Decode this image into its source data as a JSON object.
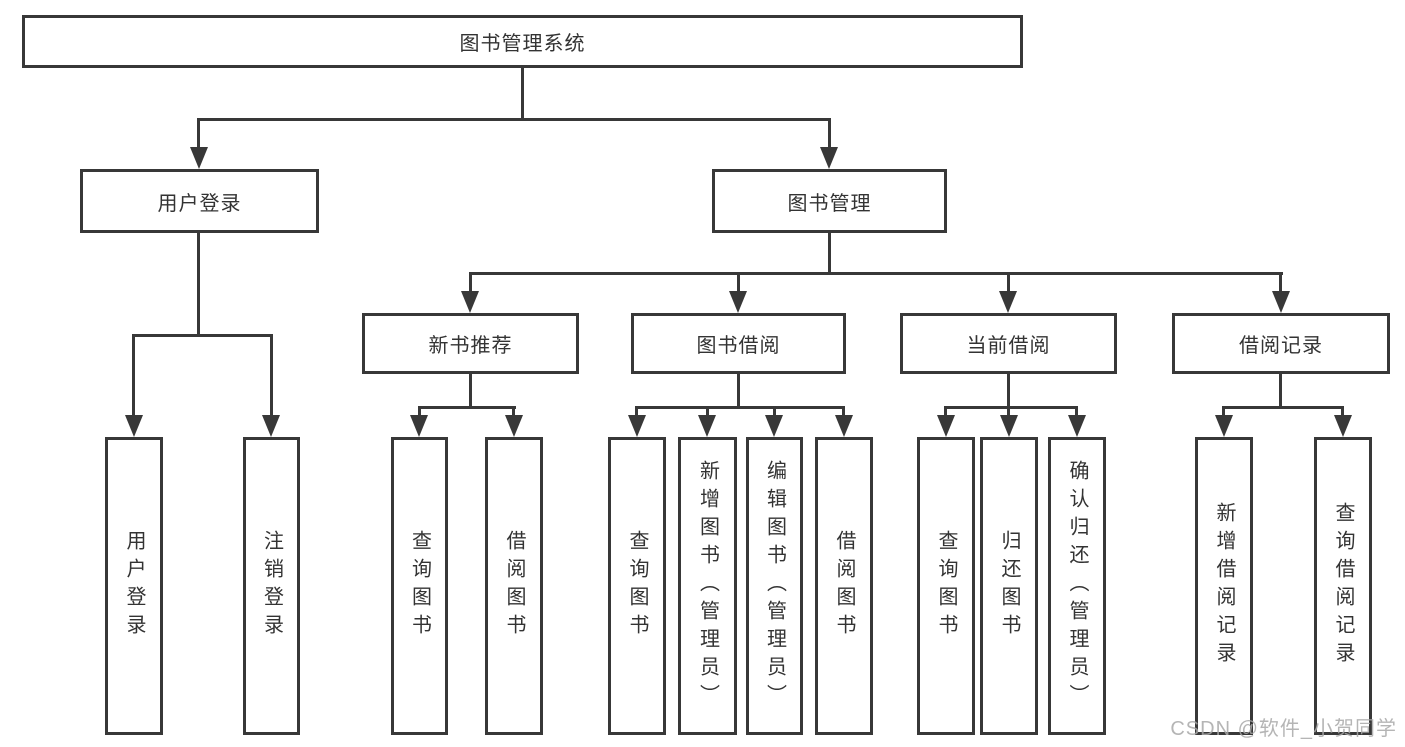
{
  "diagram": {
    "root": {
      "label": "图书管理系统"
    },
    "branches": [
      {
        "label": "用户登录",
        "children": [
          {
            "label": "用户登录"
          },
          {
            "label": "注销登录"
          }
        ]
      },
      {
        "label": "图书管理",
        "children": [
          {
            "label": "新书推荐",
            "children": [
              {
                "label": "查询图书"
              },
              {
                "label": "借阅图书"
              }
            ]
          },
          {
            "label": "图书借阅",
            "children": [
              {
                "label": "查询图书"
              },
              {
                "label": "新增图书（管理员）"
              },
              {
                "label": "编辑图书（管理员）"
              },
              {
                "label": "借阅图书"
              }
            ]
          },
          {
            "label": "当前借阅",
            "children": [
              {
                "label": "查询图书"
              },
              {
                "label": "归还图书"
              },
              {
                "label": "确认归还（管理员）"
              }
            ]
          },
          {
            "label": "借阅记录",
            "children": [
              {
                "label": "新增借阅记录"
              },
              {
                "label": "查询借阅记录"
              }
            ]
          }
        ]
      }
    ]
  },
  "watermark": {
    "text": "CSDN @软件_小贺同学"
  },
  "colors": {
    "line": "#383838",
    "text": "#333333",
    "watermark": "#a8a8a8",
    "background": "#ffffff"
  }
}
